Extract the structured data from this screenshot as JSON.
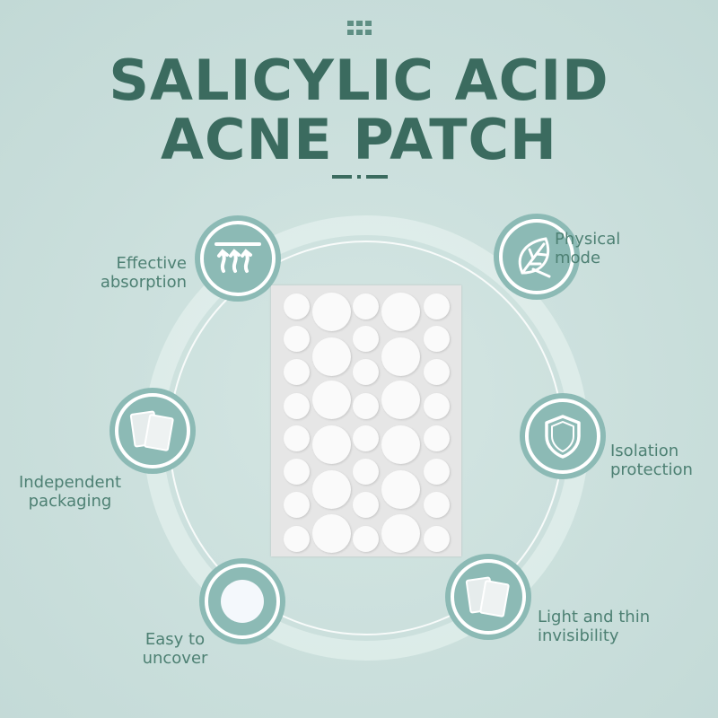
{
  "header": {
    "title_line1": "SALICYLIC ACID",
    "title_line2": "ACNE PATCH"
  },
  "features": [
    {
      "icon": "steam-arrows-icon",
      "line1": "Effective",
      "line2": "absorption"
    },
    {
      "icon": "leaf-icon",
      "line1": "Physical",
      "line2": "mode"
    },
    {
      "icon": "patch-packs-icon",
      "line1": "Independent",
      "line2": "packaging"
    },
    {
      "icon": "shield-icon",
      "line1": "Isolation",
      "line2": "protection"
    },
    {
      "icon": "round-patch-icon",
      "line1": "Easy to",
      "line2": "uncover"
    },
    {
      "icon": "patch-packs-icon",
      "line1": "Light and thin",
      "line2": "invisibility"
    }
  ],
  "colors": {
    "accent": "#3b6b5f",
    "icon_bg": "#8cbab5",
    "background": "#cde0de"
  }
}
